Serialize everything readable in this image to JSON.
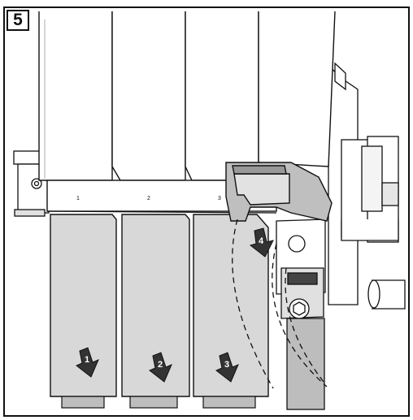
{
  "figure": {
    "step_number": "5",
    "slot_labels": [
      "1",
      "2",
      "3"
    ],
    "arrow_labels": [
      "1",
      "2",
      "3",
      "4"
    ],
    "colors": {
      "outline": "#111111",
      "panel_fill": "#d8d8d8",
      "foot_fill": "#bdbdbd",
      "bracket_fill": "#bfbfbf",
      "arrow_fill": "#333333",
      "background": "#ffffff"
    }
  }
}
